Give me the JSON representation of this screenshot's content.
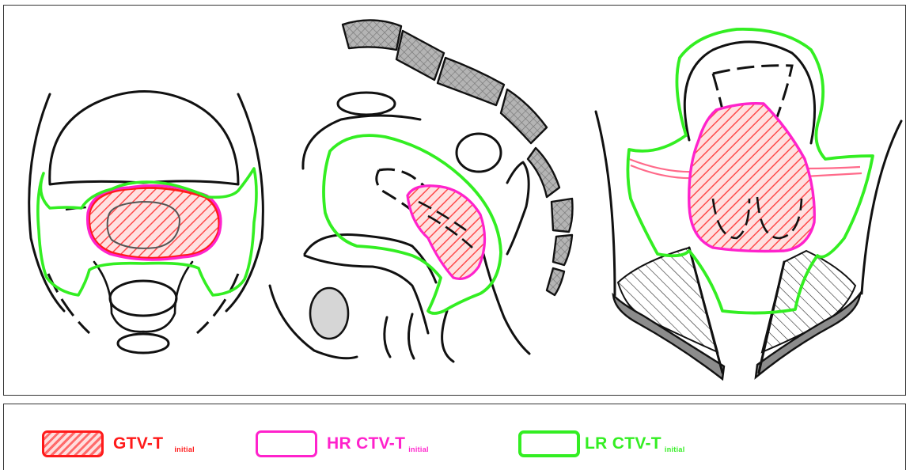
{
  "colors": {
    "gtv": "#ff1a1a",
    "hr_ctv": "#ff22cc",
    "lr_ctv": "#33ee22",
    "anatomy": "#111111",
    "bone": "#8c8c8c"
  },
  "views": [
    {
      "name": "axial-view"
    },
    {
      "name": "sagittal-view"
    },
    {
      "name": "coronal-view"
    }
  ],
  "legend": {
    "gtv": {
      "main": "GTV-T",
      "sub": "initial"
    },
    "hr_ctv": {
      "main": "HR CTV-T",
      "sub": "initial"
    },
    "lr_ctv": {
      "main": "LR CTV-T",
      "sub": "initial"
    }
  }
}
